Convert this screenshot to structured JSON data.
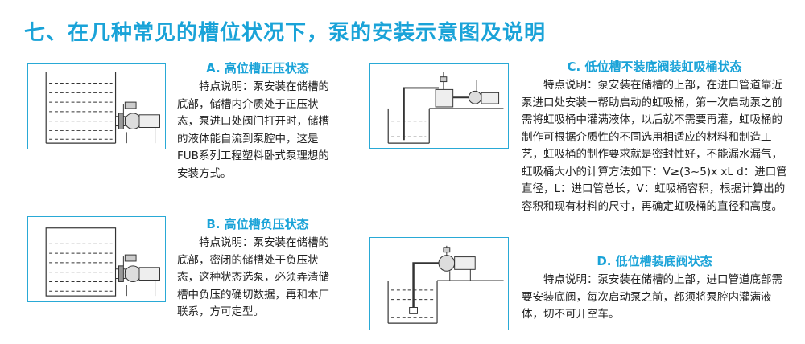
{
  "page": {
    "title": "七、在几种常见的槽位状况下，泵的安装示意图及说明"
  },
  "sections": {
    "a": {
      "title": "A. 高位槽正压状态",
      "body": "特点说明：泵安装在储槽的底部，储槽内介质处于正压状态，泵进口处阀门打开时，储槽的液体能自流到泵腔中，这是FUB系列工程塑料卧式泵理想的安装方式。"
    },
    "b": {
      "title": "B. 高位槽负压状态",
      "body": "特点说明：泵安装在储槽的底部，密闭的储槽处于负压状态，这种状态选泵，必须弄清储槽中负压的确切数据，再和本厂联系，方可定型。"
    },
    "c": {
      "title": "C. 低位槽不装底阀装虹吸桶状态",
      "body": "特点说明：泵安装在储槽的上部，在进口管道靠近泵进口处安装一帮助启动的虹吸桶，第一次启动泵之前需将虹吸桶中灌满液体，以后就不需要再灌，虹吸桶的制作可根据介质性的不同选用相适应的材料和制造工艺，虹吸桶的制作要求就是密封性好，不能漏水漏气，虹吸桶大小的计算方法如下：V≥(3~5)x  xL d：进口管直径，L：进口管总长，V：虹吸桶容积，根据计算出的容积和现有材料的尺寸，再确定虹吸桶的直径和高度。"
    },
    "d": {
      "title": "D. 低位槽装底阀状态",
      "body": "特点说明：泵安装在储槽的上部，进口管道底部需要安装底阀，每次启动泵之前，都须将泵腔内灌满液体，切不可开空车。"
    }
  },
  "colors": {
    "accent": "#1aa3d8",
    "frame": "#29a9d6",
    "water_fill": "#d8eef8"
  },
  "icons": {
    "diagram_a": "tank-pump-diagram",
    "diagram_b": "sealed-tank-pump-diagram",
    "diagram_c": "siphon-pump-diagram",
    "diagram_d": "foot-valve-pump-diagram"
  }
}
